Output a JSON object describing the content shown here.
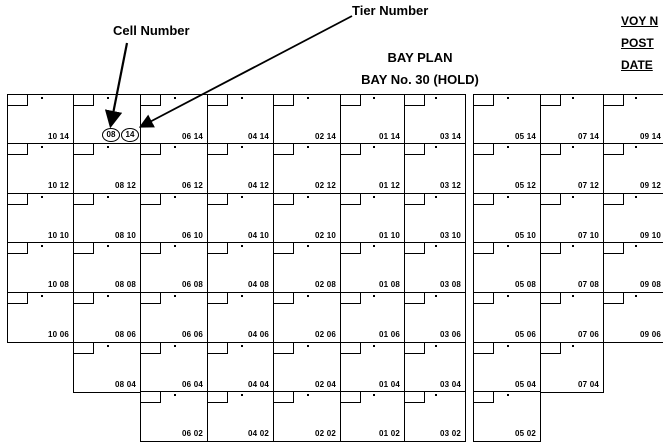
{
  "header": {
    "title_line1": "BAY PLAN",
    "title_line2": "BAY No. 30 (HOLD)",
    "voy": "VOY N",
    "post": "POST",
    "date": "DATE"
  },
  "annotations": {
    "cell_number": "Cell Number",
    "tier_number": "Tier Number",
    "example_row": "08",
    "example_tier": "14"
  },
  "bay": {
    "rows": [
      "10",
      "08",
      "06",
      "04",
      "02",
      "01",
      "03",
      "05",
      "07",
      "09"
    ],
    "tiers": [
      "14",
      "12",
      "10",
      "08",
      "06",
      "04",
      "02"
    ],
    "cells": [
      {
        "row": "10",
        "tier": "14"
      },
      {
        "row": "08",
        "tier": "14"
      },
      {
        "row": "06",
        "tier": "14"
      },
      {
        "row": "04",
        "tier": "14"
      },
      {
        "row": "02",
        "tier": "14"
      },
      {
        "row": "01",
        "tier": "14"
      },
      {
        "row": "03",
        "tier": "14"
      },
      {
        "row": "05",
        "tier": "14"
      },
      {
        "row": "07",
        "tier": "14"
      },
      {
        "row": "09",
        "tier": "14"
      },
      {
        "row": "10",
        "tier": "12"
      },
      {
        "row": "08",
        "tier": "12"
      },
      {
        "row": "06",
        "tier": "12"
      },
      {
        "row": "04",
        "tier": "12"
      },
      {
        "row": "02",
        "tier": "12"
      },
      {
        "row": "01",
        "tier": "12"
      },
      {
        "row": "03",
        "tier": "12"
      },
      {
        "row": "05",
        "tier": "12"
      },
      {
        "row": "07",
        "tier": "12"
      },
      {
        "row": "09",
        "tier": "12"
      },
      {
        "row": "10",
        "tier": "10"
      },
      {
        "row": "08",
        "tier": "10"
      },
      {
        "row": "06",
        "tier": "10"
      },
      {
        "row": "04",
        "tier": "10"
      },
      {
        "row": "02",
        "tier": "10"
      },
      {
        "row": "01",
        "tier": "10"
      },
      {
        "row": "03",
        "tier": "10"
      },
      {
        "row": "05",
        "tier": "10"
      },
      {
        "row": "07",
        "tier": "10"
      },
      {
        "row": "09",
        "tier": "10"
      },
      {
        "row": "10",
        "tier": "08"
      },
      {
        "row": "08",
        "tier": "08"
      },
      {
        "row": "06",
        "tier": "08"
      },
      {
        "row": "04",
        "tier": "08"
      },
      {
        "row": "02",
        "tier": "08"
      },
      {
        "row": "01",
        "tier": "08"
      },
      {
        "row": "03",
        "tier": "08"
      },
      {
        "row": "05",
        "tier": "08"
      },
      {
        "row": "07",
        "tier": "08"
      },
      {
        "row": "09",
        "tier": "08"
      },
      {
        "row": "10",
        "tier": "06"
      },
      {
        "row": "08",
        "tier": "06"
      },
      {
        "row": "06",
        "tier": "06"
      },
      {
        "row": "04",
        "tier": "06"
      },
      {
        "row": "02",
        "tier": "06"
      },
      {
        "row": "01",
        "tier": "06"
      },
      {
        "row": "03",
        "tier": "06"
      },
      {
        "row": "05",
        "tier": "06"
      },
      {
        "row": "07",
        "tier": "06"
      },
      {
        "row": "09",
        "tier": "06"
      },
      {
        "row": "08",
        "tier": "04"
      },
      {
        "row": "06",
        "tier": "04"
      },
      {
        "row": "04",
        "tier": "04"
      },
      {
        "row": "02",
        "tier": "04"
      },
      {
        "row": "01",
        "tier": "04"
      },
      {
        "row": "03",
        "tier": "04"
      },
      {
        "row": "05",
        "tier": "04"
      },
      {
        "row": "07",
        "tier": "04"
      },
      {
        "row": "06",
        "tier": "02"
      },
      {
        "row": "04",
        "tier": "02"
      },
      {
        "row": "02",
        "tier": "02"
      },
      {
        "row": "01",
        "tier": "02"
      },
      {
        "row": "03",
        "tier": "02"
      },
      {
        "row": "05",
        "tier": "02"
      }
    ]
  }
}
